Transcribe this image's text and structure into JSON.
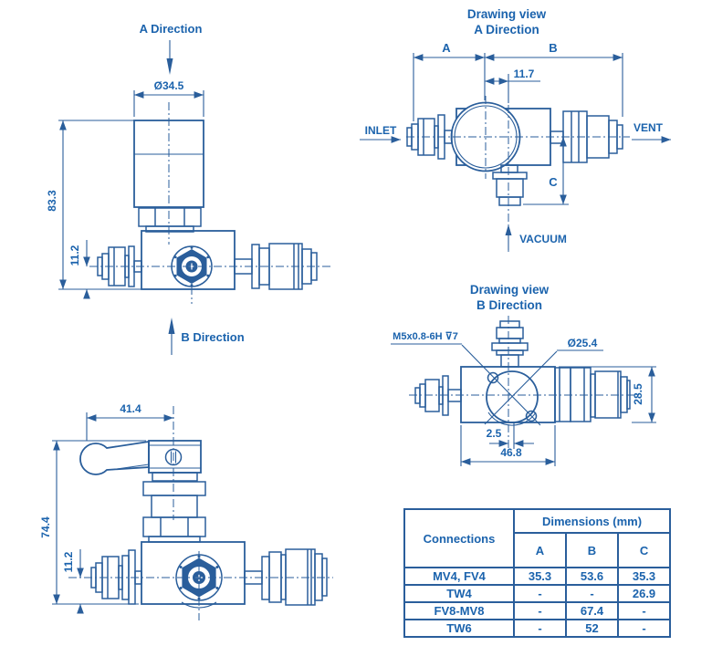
{
  "colors": {
    "line": "#2a5e9b",
    "text": "#1b63ad",
    "background": "#ffffff"
  },
  "front_view": {
    "direction_label": "A Direction",
    "dim_diameter": "Ø34.5",
    "dim_height": "83.3",
    "dim_port_offset": "11.2"
  },
  "side_view": {
    "direction_label": "B Direction",
    "dim_handle_length": "41.4",
    "dim_height": "74.4",
    "dim_port_offset": "11.2"
  },
  "view_a": {
    "title_line1": "Drawing view",
    "title_line2": "A Direction",
    "dim_a_label": "A",
    "dim_b_label": "B",
    "dim_c_label": "C",
    "dim_offset": "11.7",
    "port_inlet": "INLET",
    "port_vent": "VENT",
    "port_vacuum": "VACUUM"
  },
  "view_b": {
    "title_line1": "Drawing view",
    "title_line2": "B Direction",
    "thread_callout": "M5x0.8-6H ⊽7",
    "dim_diameter": "Ø25.4",
    "dim_body_height": "28.5",
    "dim_center_offset": "2.5",
    "dim_body_width": "46.8"
  },
  "table": {
    "header_connections": "Connections",
    "header_dimensions": "Dimensions (mm)",
    "col_a": "A",
    "col_b": "B",
    "col_c": "C",
    "rows": [
      {
        "connection": "MV4,  FV4",
        "a": "35.3",
        "b": "53.6",
        "c": "35.3"
      },
      {
        "connection": "TW4",
        "a": "-",
        "b": "-",
        "c": "26.9"
      },
      {
        "connection": "FV8-MV8",
        "a": "-",
        "b": "67.4",
        "c": "-"
      },
      {
        "connection": "TW6",
        "a": "-",
        "b": "52",
        "c": "-"
      }
    ]
  }
}
